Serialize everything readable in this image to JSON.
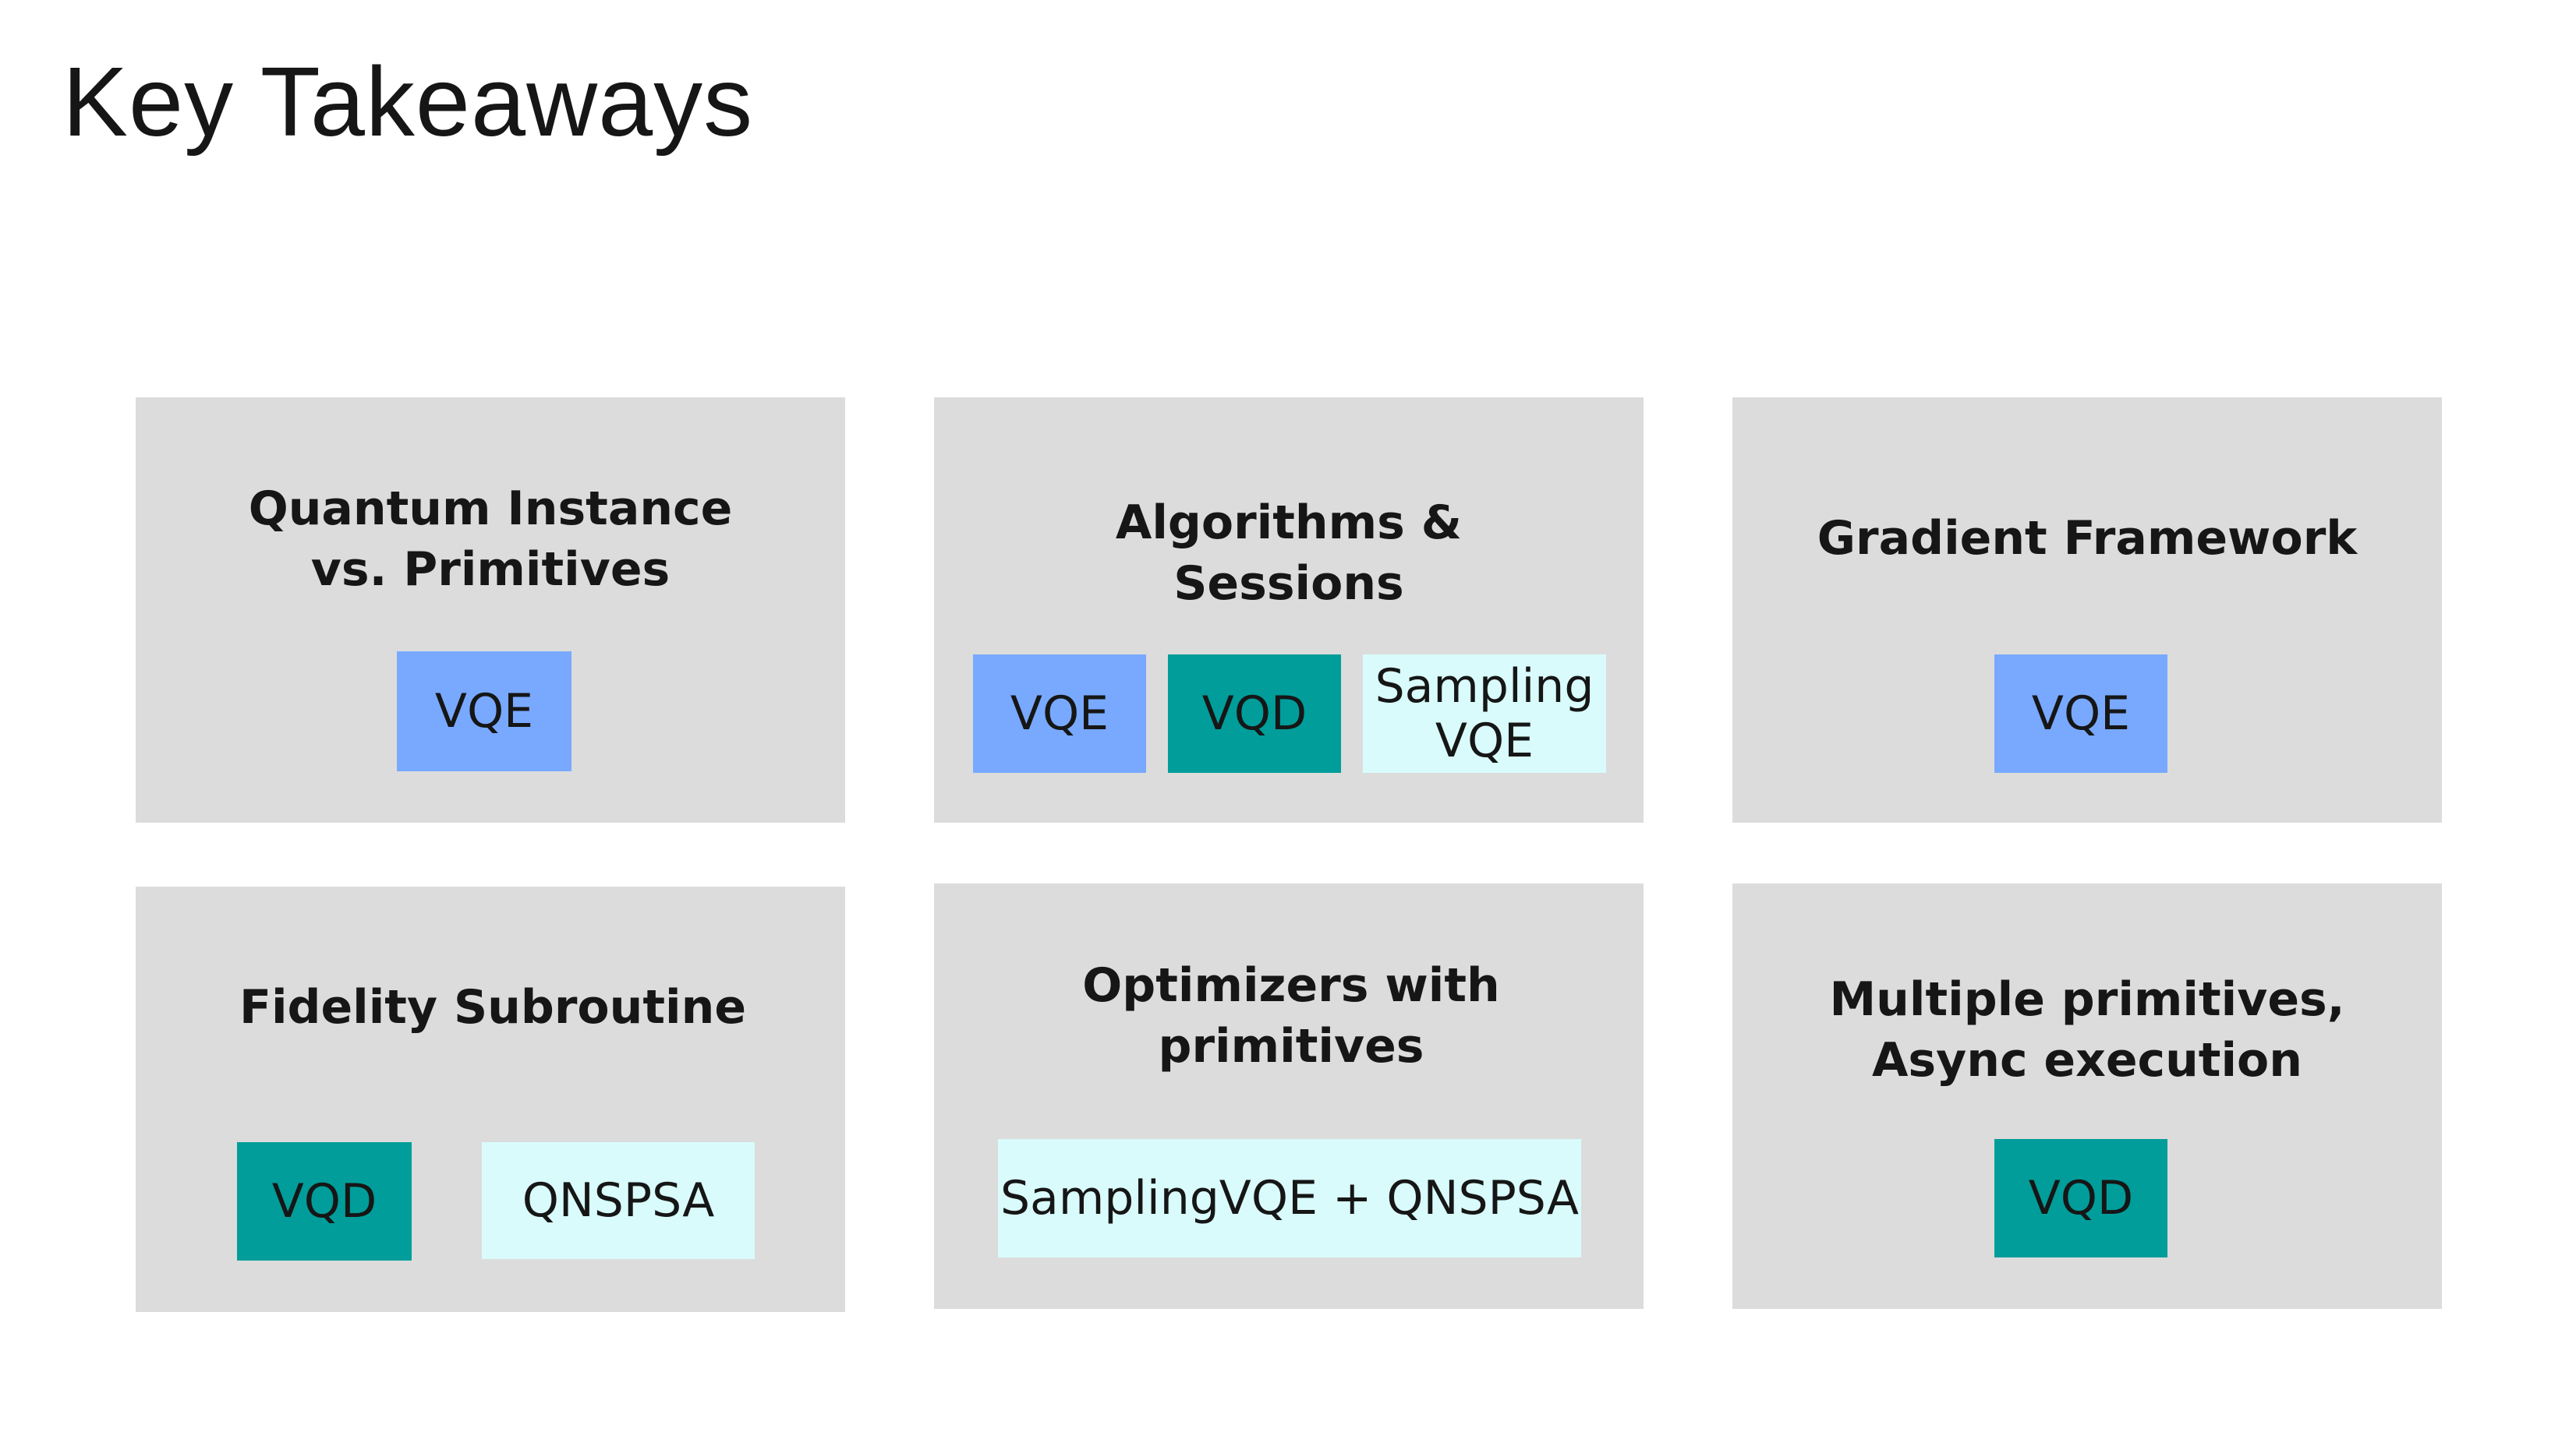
{
  "slide": {
    "title": "Key Takeaways"
  },
  "colors": {
    "card_background": "#dcdcdc",
    "vqe_tag": "#78a9ff",
    "vqd_tag": "#009d9a",
    "light_tag": "#d9fbfb"
  },
  "cards": [
    {
      "title": "Quantum Instance\nvs. Primitives",
      "tags": [
        "VQE"
      ]
    },
    {
      "title": "Algorithms &\nSessions",
      "tags": [
        "VQE",
        "VQD",
        "Sampling\nVQE"
      ]
    },
    {
      "title": "Gradient Framework",
      "tags": [
        "VQE"
      ]
    },
    {
      "title": "Fidelity Subroutine",
      "tags": [
        "VQD",
        "QNSPSA"
      ]
    },
    {
      "title": "Optimizers with\nprimitives",
      "tags": [
        "SamplingVQE + QNSPSA"
      ]
    },
    {
      "title": "Multiple primitives,\nAsync execution",
      "tags": [
        "VQD"
      ]
    }
  ]
}
